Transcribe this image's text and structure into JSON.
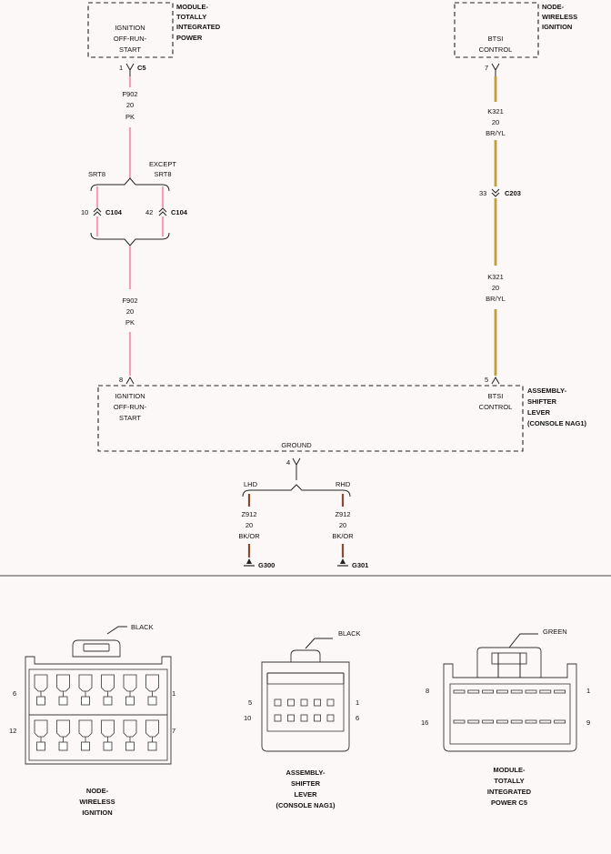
{
  "colors": {
    "pink_wire": "#f0a0b8",
    "brown_yellow_wire": "#a07820",
    "yellow_stripe": "#f0d040",
    "brown_black_wire": "#8a4a30",
    "background": "#fdf8f8"
  },
  "schematic": {
    "module_ignition": {
      "name_lines": [
        "MODULE-",
        "TOTALLY",
        "INTEGRATED",
        "POWER"
      ],
      "circuit_lines": [
        "IGNITION",
        "OFF-RUN-",
        "START"
      ],
      "pin": "1",
      "connector": "C5"
    },
    "node_wireless": {
      "name_lines": [
        "NODE-",
        "WIRELESS",
        "IGNITION"
      ],
      "circuit_lines": [
        "BTSI",
        "CONTROL"
      ],
      "pin": "7"
    },
    "wire_f902_upper": {
      "circuit": "F902",
      "gauge": "20",
      "color": "PK"
    },
    "wire_f902_lower": {
      "circuit": "F902",
      "gauge": "20",
      "color": "PK"
    },
    "wire_k321_upper": {
      "circuit": "K321",
      "gauge": "20",
      "color": "BR/YL"
    },
    "wire_k321_lower": {
      "circuit": "K321",
      "gauge": "20",
      "color": "BR/YL"
    },
    "splice_left_label": "SRT8",
    "splice_right_label_1": "EXCEPT",
    "splice_right_label_2": "SRT8",
    "c104_left_pin": "10",
    "c104_right_pin": "42",
    "c104_label": "C104",
    "c203_pin": "33",
    "c203_label": "C203",
    "assembly": {
      "name_lines": [
        "ASSEMBLY-",
        "SHIFTER",
        "LEVER",
        "(CONSOLE NAG1)"
      ],
      "left_circuit_lines": [
        "IGNITION",
        "OFF-RUN-",
        "START"
      ],
      "left_pin": "8",
      "right_circuit_lines": [
        "BTSI",
        "CONTROL"
      ],
      "right_pin": "5",
      "ground_label": "GROUND",
      "ground_pin": "4"
    },
    "ground_lhd": {
      "label": "LHD",
      "circuit": "Z912",
      "gauge": "20",
      "color": "BK/OR",
      "ground": "G300"
    },
    "ground_rhd": {
      "label": "RHD",
      "circuit": "Z912",
      "gauge": "20",
      "color": "BK/OR",
      "ground": "G301"
    }
  },
  "connectors": {
    "node": {
      "color_label": "BLACK",
      "pin_tl": "6",
      "pin_tr": "1",
      "pin_bl": "12",
      "pin_br": "7",
      "name_lines": [
        "NODE-",
        "WIRELESS",
        "IGNITION"
      ]
    },
    "shifter": {
      "color_label": "BLACK",
      "pin_tl": "5",
      "pin_tr": "1",
      "pin_bl": "10",
      "pin_br": "6",
      "name_lines": [
        "ASSEMBLY-",
        "SHIFTER",
        "LEVER",
        "(CONSOLE NAG1)"
      ]
    },
    "tipm": {
      "color_label": "GREEN",
      "pin_tl": "8",
      "pin_tr": "1",
      "pin_bl": "16",
      "pin_br": "9",
      "name_lines": [
        "MODULE-",
        "TOTALLY",
        "INTEGRATED",
        "POWER C5"
      ]
    }
  }
}
